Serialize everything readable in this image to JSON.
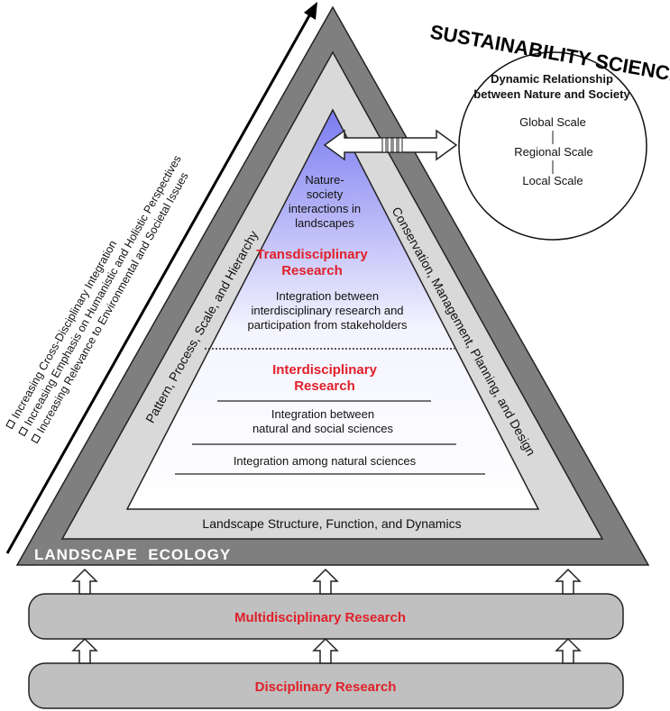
{
  "sustainability": {
    "title": "SUSTAINABILITY SCIENCE",
    "heading_line1": "Dynamic Relationship",
    "heading_line2": "between Nature and Society",
    "scales": [
      "Global Scale",
      "Regional Scale",
      "Local Scale"
    ]
  },
  "left_trends": [
    "Increasing Cross-Disciplinary Integration",
    "Increasing Emphasis on Humanistic and Holistic Perspectives",
    "Increasing Relevance to Environmental and Societal Issues"
  ],
  "triangle": {
    "left_side": "Pattern, Process, Scale, and Hierarchy",
    "right_side": "Conservation, Management, Planning, and Design",
    "base": "Landscape Structure, Function, and Dynamics",
    "outer_label": "LANDSCAPE  ECOLOGY"
  },
  "transdisciplinary": {
    "top_lines": [
      "Nature-",
      "society",
      "interactions in",
      "landscapes"
    ],
    "title_lines": [
      "Transdisciplinary",
      "Research"
    ],
    "desc_lines": [
      "Integration between",
      "interdisciplinary research and",
      "participation from stakeholders"
    ]
  },
  "interdisciplinary": {
    "title_lines": [
      "Interdisciplinary",
      "Research"
    ],
    "desc1_lines": [
      "Integration between",
      "natural and social sciences"
    ],
    "desc2": "Integration among natural sciences"
  },
  "bars": {
    "multi": "Multidisciplinary Research",
    "disc": "Disciplinary Research"
  },
  "colors": {
    "outer_triangle": "#7f7f7f",
    "middle_triangle": "#d9d9d9",
    "inner_gradient_top": "#7b7bf0",
    "accent_red": "#e0202a",
    "bar_fill": "#c0c0c0"
  }
}
